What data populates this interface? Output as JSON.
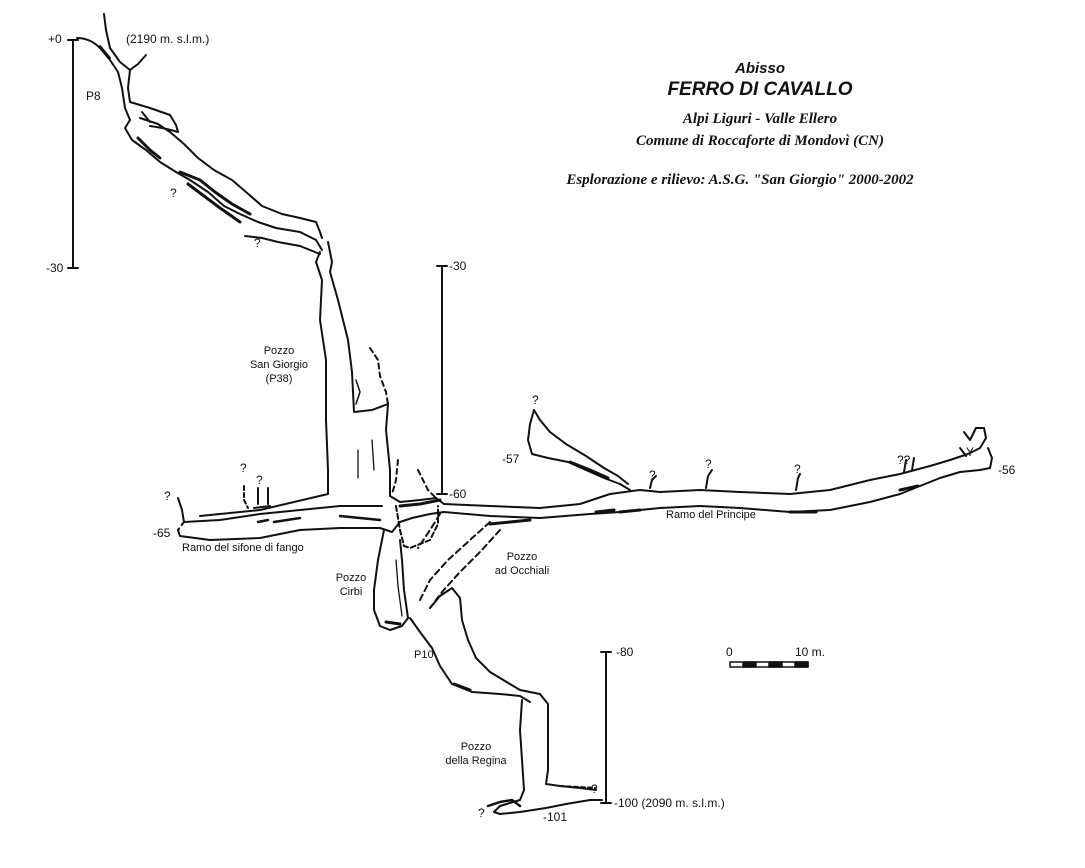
{
  "title": {
    "prefix": "Abisso",
    "name": "FERRO DI CAVALLO",
    "area": "Alpi Liguri - Valle Ellero",
    "comune": "Comune di Roccaforte di Mondovì (CN)",
    "exploration": "Esplorazione e rilievo: A.S.G. \"San Giorgio\" 2000-2002"
  },
  "depth_scales": {
    "left": {
      "top_label": "+0",
      "bottom_label": "-30"
    },
    "middle": {
      "top_label": "-30",
      "bottom_label": "-60"
    },
    "bottom": {
      "top_label": "-80",
      "bottom_label": "-100 (2090 m. s.l.m.)"
    }
  },
  "entrance_altitude": "(2190 m. s.l.m.)",
  "depth_marks": {
    "d57": "-57",
    "d56": "-56",
    "d65": "-65",
    "d101": "-101"
  },
  "features": {
    "p8": "P8",
    "pozzo_san_giorgio": [
      "Pozzo",
      "San Giorgio",
      "(P38)"
    ],
    "ramo_sifone": "Ramo del sifone di fango",
    "ramo_principe": "Ramo del Principe",
    "pozzo_occhiali": [
      "Pozzo",
      "ad Occhiali"
    ],
    "pozzo_cirbi": [
      "Pozzo",
      "Cirbi"
    ],
    "p10": "P10",
    "pozzo_regina": [
      "Pozzo",
      "della Regina"
    ],
    "y_mark": "Y"
  },
  "unknown_marks": [
    "?",
    "?",
    "?",
    "?",
    "?",
    "?",
    "?",
    "?",
    "??",
    "?",
    "?",
    "?"
  ],
  "scale_bar": {
    "start_label": "0",
    "end_label": "10 m."
  },
  "colors": {
    "ink": "#111111",
    "background": "#ffffff"
  }
}
